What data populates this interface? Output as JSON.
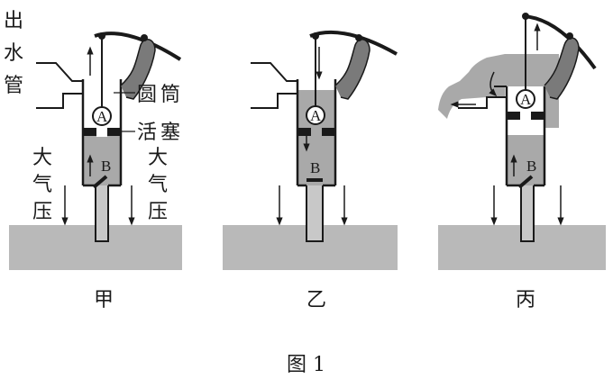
{
  "labels": {
    "outlet_chars": [
      "出",
      "水",
      "管"
    ],
    "cylinder_chars": [
      "圆",
      "筒"
    ],
    "piston_chars": [
      "活",
      "塞"
    ],
    "atm_chars": [
      "大",
      "气",
      "压"
    ],
    "valve_a": "A",
    "valve_b": "B"
  },
  "captions": {
    "jia": "甲",
    "yi": "乙",
    "bing": "丙",
    "figure": "图 1"
  }
}
